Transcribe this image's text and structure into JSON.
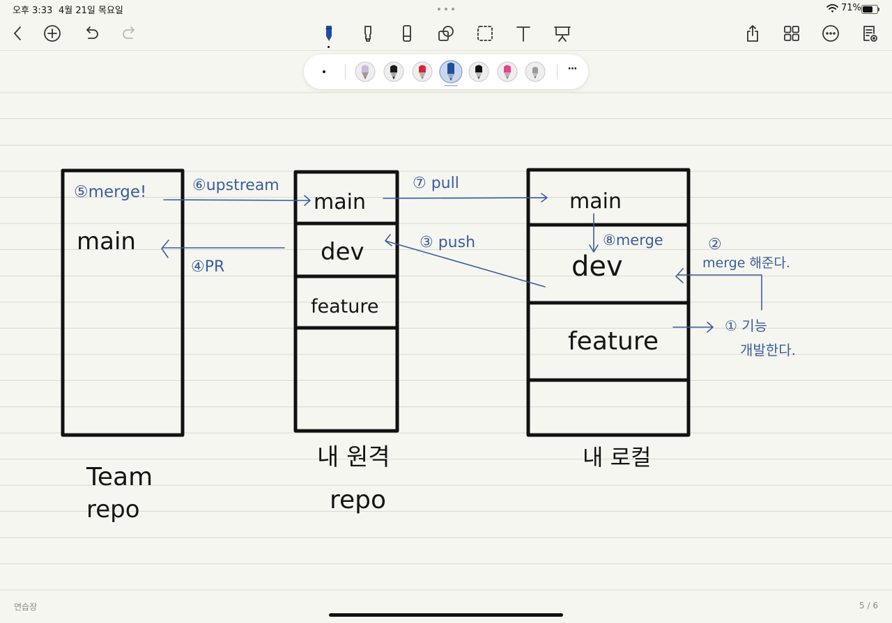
{
  "status_bar": {
    "time": "오후 3:33",
    "date": "4월 21일 목요일",
    "battery": "71%",
    "battery_level": 0.71,
    "icons": [
      "multitasking-dots-icon",
      "wifi-icon",
      "battery-icon"
    ]
  },
  "toolbar": {
    "left": [
      "back-icon",
      "add-page-icon",
      "undo-icon",
      "redo-icon"
    ],
    "tools": [
      "pen-icon",
      "highlighter-icon",
      "eraser-icon",
      "shapes-icon",
      "lasso-icon",
      "text-icon",
      "laser-pointer-icon"
    ],
    "selected_tool": "pen-icon",
    "right": [
      "share-icon",
      "grid-icon",
      "more-icon",
      "page-view-icon"
    ]
  },
  "pen_palette": {
    "pens": [
      {
        "name": "lavender-pencil",
        "cap": "#cdb8df",
        "tip": "#7d7d7d"
      },
      {
        "name": "black-pen",
        "cap": "#1a1a1a",
        "tip": "#1a1a1a"
      },
      {
        "name": "red-pen",
        "cap": "#d9233a",
        "tip": "#8a8a8a"
      },
      {
        "name": "blue-pen",
        "cap": "#1f4f9c",
        "tip": "#1f4f9c"
      },
      {
        "name": "black-fineliner",
        "cap": "#111111",
        "tip": "#5a5a5a"
      },
      {
        "name": "pink-pencil",
        "cap": "#e8438a",
        "tip": "#8a8a8a"
      },
      {
        "name": "gray-pencil",
        "cap": "#9a9a9a",
        "tip": "#6e6e6e"
      }
    ],
    "selected_index": 3,
    "more_label": "···"
  },
  "colors": {
    "accent": "#1f4f9c",
    "ink": "#141414",
    "annotation": "#3a5d9a",
    "paper": "#f6f6f1",
    "rule": "#d9d9d3"
  },
  "note": {
    "team_repo": {
      "merge_note": "⑤merge!",
      "branch_main": "main",
      "label_line1": "Team",
      "label_line2": "repo"
    },
    "remote_repo": {
      "branch_main": "main",
      "branch_dev": "dev",
      "branch_feature": "feature",
      "label_line1": "내 원격",
      "label_line2": "repo"
    },
    "local_repo": {
      "branch_main": "main",
      "branch_dev": "dev",
      "branch_feature": "feature",
      "label": "내 로컬"
    },
    "annotations": {
      "upstream": "⑥upstream",
      "pr": "④PR",
      "pull": "⑦ pull",
      "push": "③ push",
      "merge_local": "⑧merge",
      "step2_number": "②",
      "step2_text": "merge 해준다.",
      "step1_line1": "① 기능",
      "step1_line2": "개발한다."
    }
  },
  "footer": {
    "notebook_name": "연습장",
    "page_indicator": "5 / 6"
  }
}
